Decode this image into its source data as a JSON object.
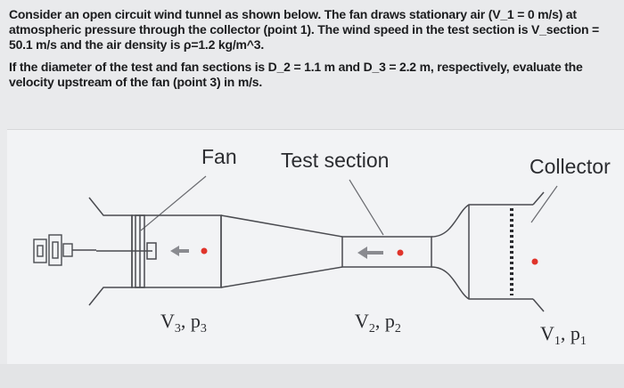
{
  "problem": {
    "paragraph_1": "Consider an open circuit wind tunnel as shown below. The fan draws stationary air (V_1 = 0 m/s) at atmospheric pressure through the collector (point 1). The wind speed in the test section is V_section = 50.1 m/s and the air density is ρ=1.2 kg/m^3.",
    "paragraph_2": "If the diameter of the test and fan sections is D_2 = 1.1 m and D_3 = 2.2 m, respectively, evaluate the velocity upstream of the fan (point 3) in m/s."
  },
  "figure": {
    "labels": {
      "fan": "Fan",
      "test_section": "Test section",
      "collector": "Collector"
    },
    "station_labels": {
      "v3": "V",
      "v3_sub": "3",
      "p3": "p",
      "p3_sub": "3",
      "v2": "V",
      "v2_sub": "2",
      "p2": "p",
      "p2_sub": "2",
      "v1": "V",
      "v1_sub": "1",
      "p1": "p",
      "p1_sub": "1"
    },
    "colors": {
      "point_marker": "#e0342b",
      "outline": "#4a4b50"
    }
  }
}
